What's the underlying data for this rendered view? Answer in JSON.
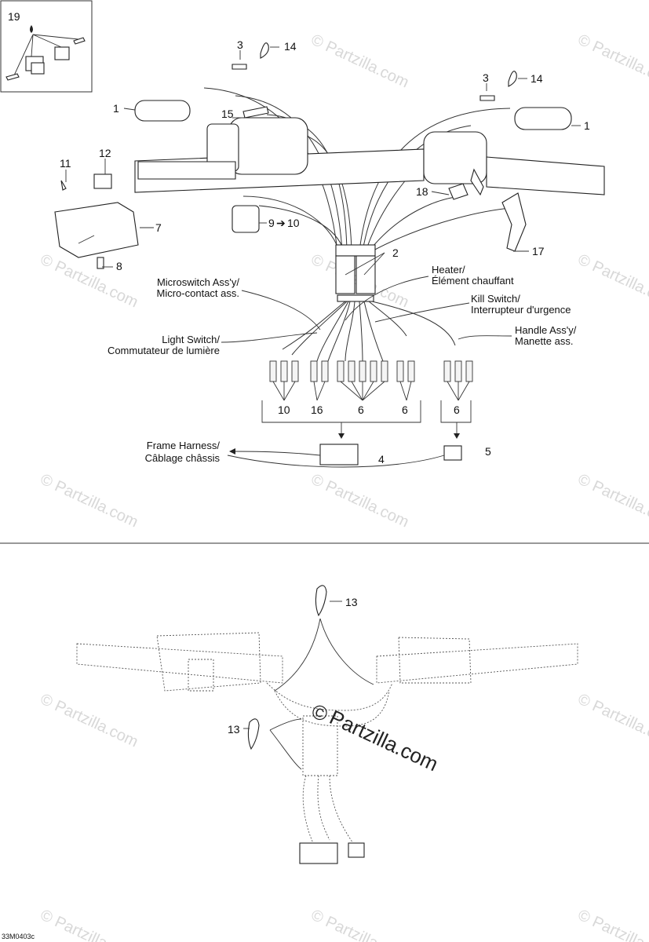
{
  "callouts": {
    "c1a": "1",
    "c1b": "1",
    "c2": "2",
    "c3a": "3",
    "c3b": "3",
    "c4": "4",
    "c5": "5",
    "c6a": "6",
    "c6b": "6",
    "c6c": "6",
    "c7": "7",
    "c8": "8",
    "c9": "9",
    "c10": "10",
    "c10b": "10",
    "c11": "11",
    "c12": "12",
    "c13a": "13",
    "c13b": "13",
    "c14a": "14",
    "c14b": "14",
    "c15": "15",
    "c16": "16",
    "c17": "17",
    "c18": "18",
    "c19": "19",
    "arrow": "➔"
  },
  "labels": {
    "microswitch_1": "Microswitch Ass'y/",
    "microswitch_2": "Micro-contact ass.",
    "heater_1": "Heater/",
    "heater_2": "Élément chauffant",
    "kill_1": "Kill Switch/",
    "kill_2": "Interrupteur d'urgence",
    "light_1": "Light Switch/",
    "light_2": "Commutateur de lumière",
    "handle_1": "Handle Ass'y/",
    "handle_2": "Manette ass.",
    "frame_1": "Frame Harness/",
    "frame_2": "Câblage châssis"
  },
  "watermark": {
    "small": "© Partzilla.com",
    "big_symbol": "©",
    "big_text": "Partzilla.com"
  },
  "diagram_code": "33M0403c"
}
